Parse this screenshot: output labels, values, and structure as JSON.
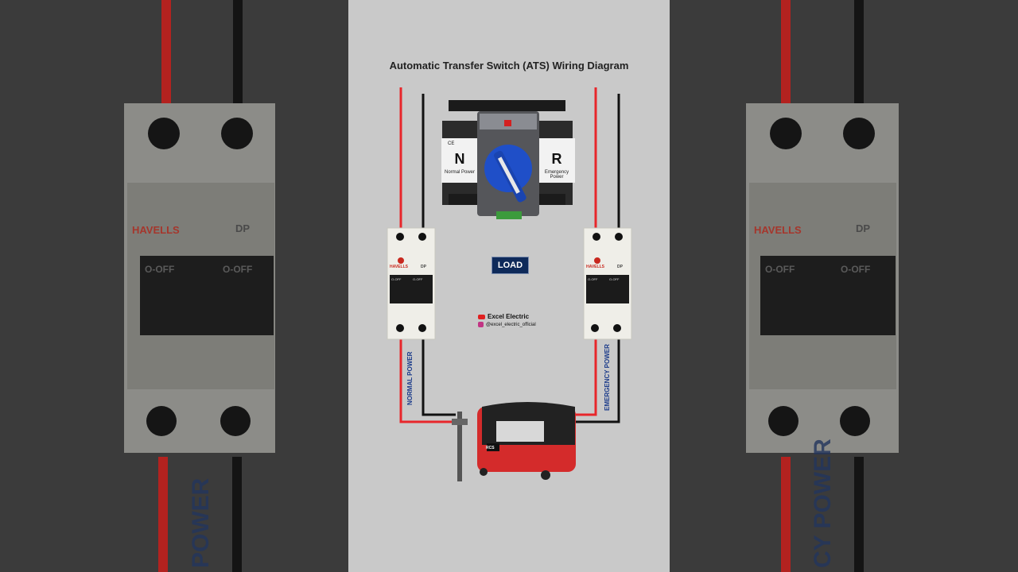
{
  "diagram": {
    "title": "Automatic Transfer Switch (ATS) Wiring Diagram",
    "ats": {
      "left_letter": "N",
      "left_caption": "Normal Power",
      "right_letter": "R",
      "right_caption": "Emergency Power",
      "ce_mark": "CE"
    },
    "load_label": "LOAD",
    "breaker_left": {
      "brand": "HAVELLS",
      "type": "DP",
      "off_label": "O-OFF"
    },
    "breaker_right": {
      "brand": "HAVELLS",
      "type": "DP",
      "off_label": "O-OFF"
    },
    "normal_power_label": "NORMAL POWER",
    "emergency_power_label": "EMERGENCY POWER",
    "channel_name": "Excel Electric",
    "channel_handle": "@excel_electric_official",
    "generator_badge": "RCS"
  },
  "background": {
    "left": {
      "brand": "HAVELLS",
      "type": "DP",
      "off_label": "O-OFF",
      "wire_label": "POWER"
    },
    "right": {
      "brand": "HAVELLS",
      "type": "DP",
      "off_label": "O-OFF",
      "wire_label": "CY POWER"
    }
  },
  "colors": {
    "live_wire": "#e8262b",
    "neutral_wire": "#111111",
    "switch_knob": "#1f4fc8",
    "load_badge": "#0e2a5a",
    "brand_red": "#c8281e",
    "generator": "#d42b2b"
  }
}
